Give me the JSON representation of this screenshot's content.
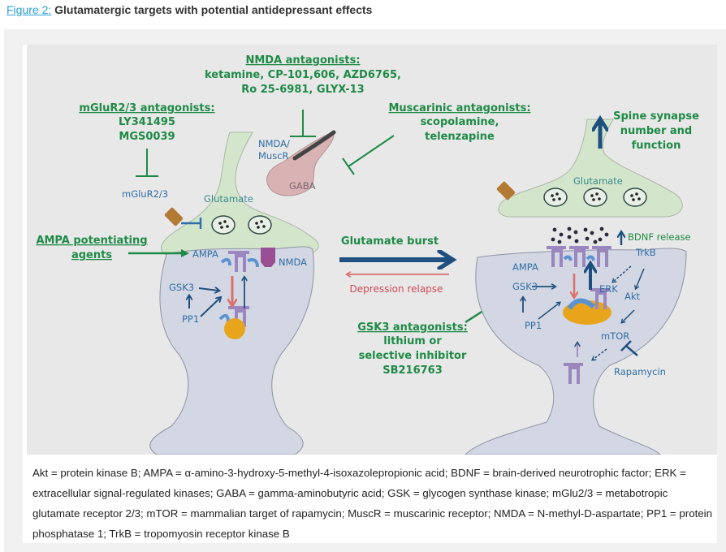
{
  "figure": {
    "label_link": "Figure 2:",
    "title": "Glutamatergic targets with potential antidepressant effects"
  },
  "diagram": {
    "nmda_antagonists": {
      "heading": "NMDA antagonists:",
      "line1": "ketamine, CP-101,606, AZD6765,",
      "line2": "Ro 25-6981, GLYX-13"
    },
    "mglur_antagonists": {
      "heading": "mGluR2/3 antagonists:",
      "line1": "LY341495",
      "line2": "MGS0039"
    },
    "muscarinic_antagonists": {
      "heading": "Muscarinic antagonists:",
      "line1": "scopolamine,",
      "line2": "telenzapine"
    },
    "ampa_potentiating": {
      "line1": "AMPA potentiating",
      "line2": "agents"
    },
    "gsk3_antagonists": {
      "heading": "GSK3 antagonists:",
      "line1": "lithium or",
      "line2": "selective inhibitor",
      "line3": "SB216763"
    },
    "spine_synapse": {
      "line1": "Spine synapse",
      "line2": "number and",
      "line3": "function"
    },
    "arrows": {
      "forward": "Glutamate burst",
      "reverse": "Depression relapse"
    },
    "left_labels": {
      "nmda_muscr_1": "NMDA/",
      "nmda_muscr_2": "MuscR",
      "gaba": "GABA",
      "mglur": "mGluR2/3",
      "glutamate": "Glutamate",
      "ampa": "AMPA",
      "nmda": "NMDA",
      "gsk3": "GSK3",
      "pp1": "PP1"
    },
    "right_labels": {
      "glutamate": "Glutamate",
      "bdnf": "BDNF release",
      "trkb": "TrkB",
      "ampa": "AMPA",
      "gsk3": "GSK3",
      "erk": "ERK",
      "akt": "Akt",
      "pp1": "PP1",
      "mtor": "mTOR",
      "rapamycin": "Rapamycin"
    },
    "colors": {
      "green_text": "#1e8a45",
      "blue_text": "#2f6ea7",
      "arrow_blue": "#1f4f7e",
      "arrow_red": "#d9706b",
      "presynaptic": "#d3e6cc",
      "postsynaptic": "#d3d7e3",
      "gaba_terminal": "#d9b2b4",
      "receptor": "#9b86c0",
      "nmda_receptor": "#9a4f94",
      "camkii": "#e8a51c",
      "mglur": "#b27a33"
    }
  },
  "caption": "Akt = protein kinase B; AMPA = α-amino-3-hydroxy-5-methyl-4-isoxazolepropionic acid; BDNF = brain-derived neurotrophic factor; ERK = extracellular signal-regulated kinases; GABA = gamma-aminobutyric acid; GSK = glycogen synthase kinase; mGlu2/3 = metabotropic glutamate receptor 2/3; mTOR = mammalian target of rapamycin; MuscR = muscarinic receptor; NMDA = N-methyl-D-aspartate; PP1 = protein phosphatase 1; TrkB = tropomyosin receptor kinase B"
}
